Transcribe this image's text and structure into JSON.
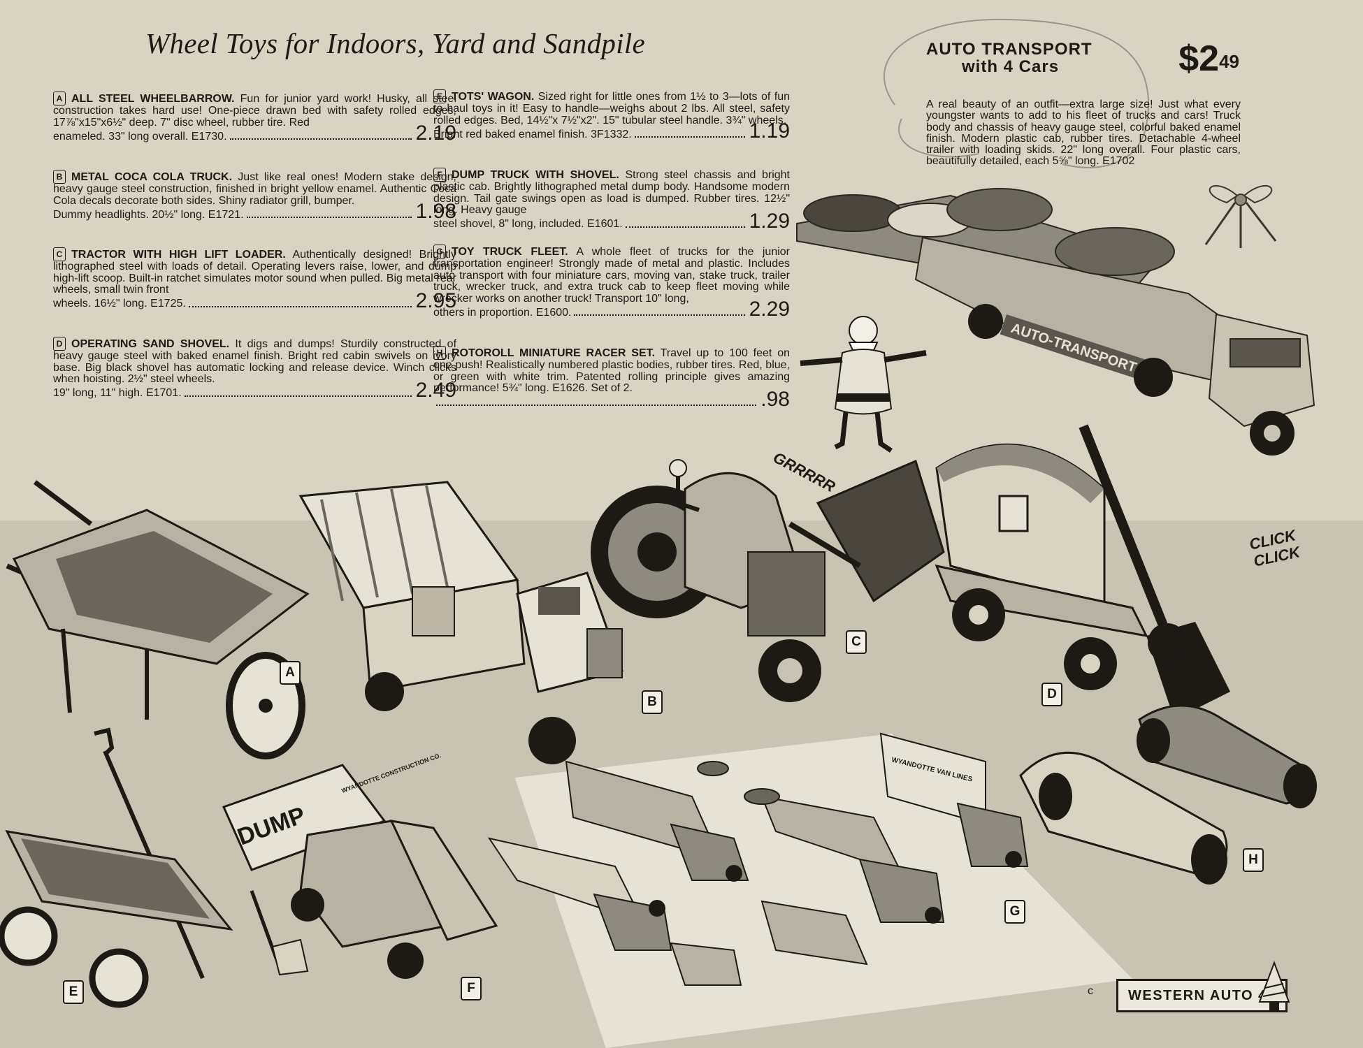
{
  "page": {
    "title": "Wheel Toys for Indoors, Yard and Sandpile",
    "copyright_mark": "c",
    "footer": "WESTERN AUTO 41"
  },
  "items": [
    {
      "letter": "A",
      "name": "ALL STEEL WHEELBARROW.",
      "text": "Fun for junior yard work! Husky, all steel construction takes hard use! One-piece drawn bed with safety rolled edges, 17⅞\"x15\"x6½\" deep. 7\" disc wheel, rubber tire. Red",
      "tail": "enameled. 33\" long overall. E1730.",
      "price": "2.19"
    },
    {
      "letter": "B",
      "name": "Metal COCA COLA TRUCK.",
      "text": "Just like real ones! Modern stake design, heavy gauge steel construction, finished in bright yellow enamel. Authentic Coca Cola decals decorate both sides. Shiny radiator grill, bumper.",
      "tail": "Dummy headlights. 20½\" long. E1721.",
      "price": "1.98"
    },
    {
      "letter": "C",
      "name": "TRACTOR with HIGH LIFT LOADER.",
      "text": "Authentically designed! Brightly lithographed steel with loads of detail. Operating levers raise, lower, and dump high-lift scoop. Built-in ratchet simulates motor sound when pulled. Big metal rear wheels, small twin front",
      "tail": "wheels. 16½\" long. E1725.",
      "price": "2.95"
    },
    {
      "letter": "D",
      "name": "OPERATING SAND SHOVEL.",
      "text": "It digs and dumps! Sturdily constructed of heavy gauge steel with baked enamel finish. Bright red cabin swivels on ivory base. Big black shovel has automatic locking and release device. Winch clicks when hoisting. 2½\" steel wheels.",
      "tail": "19\" long, 11\" high. E1701.",
      "price": "2.49"
    },
    {
      "letter": "E",
      "name": "TOTS' WAGON.",
      "text": "Sized right for little ones from 1½ to 3—lots of fun to haul toys in it! Easy to handle—weighs about 2 lbs. All steel, safety rolled edges. Bed, 14½\"x 7½\"x2\". 15\" tubular steel handle. 3¾\" wheels.",
      "tail": "Bright red baked enamel finish. 3F1332.",
      "price": "1.19"
    },
    {
      "letter": "F",
      "name": "DUMP TRUCK with SHOVEL.",
      "text": "Strong steel chassis and bright plastic cab. Brightly lithographed metal dump body. Handsome modern design. Tail gate swings open as load is dumped. Rubber tires. 12½\" long. Heavy gauge",
      "tail": "steel shovel, 8\" long, included. E1601.",
      "price": "1.29"
    },
    {
      "letter": "G",
      "name": "TOY TRUCK FLEET.",
      "text": "A whole fleet of trucks for the junior transportation engineer! Strongly made of metal and plastic. Includes auto transport with four miniature cars, moving van, stake truck, trailer truck, wrecker truck, and extra truck cab to keep fleet moving while wrecker works on another truck! Transport 10\" long,",
      "tail": "others in proportion. E1600.",
      "price": "2.29"
    },
    {
      "letter": "H",
      "name": "Rotoroll MINIATURE RACER SET.",
      "text": "Travel up to 100 feet on one push! Realistically numbered plastic bodies, rubber tires. Red, blue, or green with white trim. Patented rolling principle gives amazing performance! 5¾\" long. E1626. Set of 2.",
      "tail": "",
      "price": ".98"
    }
  ],
  "feature": {
    "title_line1": "AUTO TRANSPORT",
    "title_line2": "with 4 Cars",
    "price_dollars": "$2",
    "price_cents": "49",
    "description": "A real beauty of an outfit—extra large size! Just what every youngster wants to add to his fleet of trucks and cars! Truck body and chassis of heavy gauge steel, colorful baked enamel finish. Modern plastic cab, rubber tires. Detachable 4-wheel trailer with loading skids. 22\" long overall. Four plastic cars, beautifully detailed, each 5⅝\" long. E1702"
  },
  "illustration_text": {
    "transport_side": "AUTO-TRANSPORT",
    "dump_side": "DUMP",
    "dump_company": "WYANDOTTE CONSTRUCTION CO.",
    "van_side": "WYANDOTTE VAN LINES",
    "sound_tractor": "GRRRRR",
    "sound_shovel_1": "CLICK",
    "sound_shovel_2": "CLICK"
  },
  "badges": [
    "A",
    "B",
    "C",
    "D",
    "E",
    "F",
    "G",
    "H"
  ]
}
